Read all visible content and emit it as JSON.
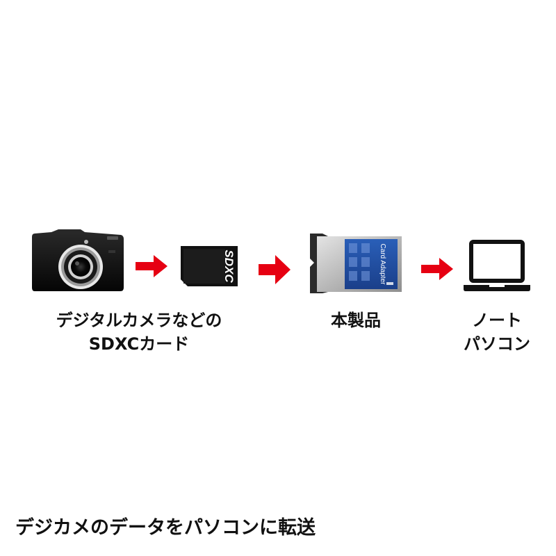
{
  "diagram": {
    "steps": [
      {
        "id": "camera",
        "label_lines": [
          "デジタルカメラなどの",
          "SDXCカード"
        ],
        "icon": "digital-camera-icon"
      },
      {
        "id": "sdxc-card",
        "card_text": "SDXC",
        "icon": "sdxc-card-icon"
      },
      {
        "id": "adapter",
        "label_lines": [
          "本製品"
        ],
        "product_text": "Card Adapter",
        "icon": "pc-card-adapter-icon"
      },
      {
        "id": "notebook",
        "label_lines": [
          "ノート",
          "パソコン"
        ],
        "icon": "laptop-icon"
      }
    ],
    "arrow_color": "#e60012",
    "arrow_icon": "right-arrow-icon"
  },
  "caption": "デジカメのデータをパソコンに転送"
}
